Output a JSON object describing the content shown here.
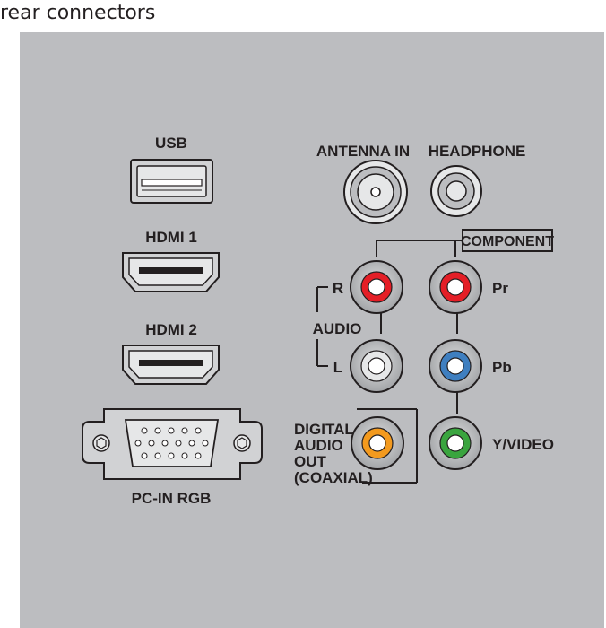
{
  "title": "rear connectors",
  "labels": {
    "usb": "USB",
    "hdmi1": "HDMI 1",
    "hdmi2": "HDMI 2",
    "pc_in_rgb": "PC-IN RGB",
    "antenna_in": "ANTENNA IN",
    "headphone": "HEADPHONE",
    "component": "COMPONENT",
    "audio": "AUDIO",
    "audio_r": "R",
    "audio_l": "L",
    "pr": "Pr",
    "pb": "Pb",
    "y_video": "Y/VIDEO",
    "digital_line1": "DIGITAL",
    "digital_line2": "AUDIO",
    "digital_line3": "OUT",
    "digital_line4": "(COAXIAL)"
  },
  "colors": {
    "panel": "#bcbdc0",
    "red_jack": "#e41e26",
    "white_jack": "#e6e7e8",
    "blue_jack": "#3f7fc0",
    "green_jack": "#3aa53f",
    "orange_jack": "#f39a1e"
  }
}
